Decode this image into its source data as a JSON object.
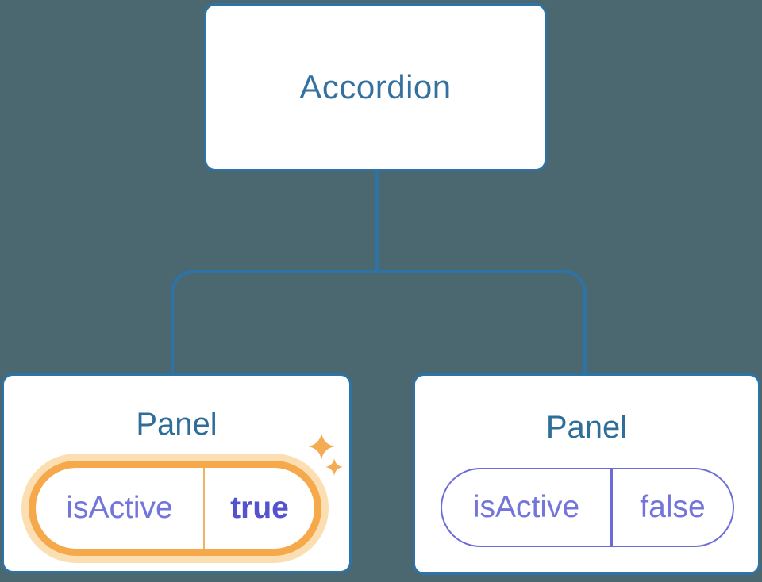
{
  "colors": {
    "background": "#4B6770",
    "node-fill": "#FFFFFF",
    "line-blue": "#2E73A6",
    "root-label-blue": "#35719F",
    "panel-title-blue": "#306E9A",
    "state-text-purple": "#7375DB",
    "state-value-bold-purple": "#5552CE",
    "inactive-pill-purple": "#6C6CD9",
    "active-pill-orange": "#F5A94B",
    "active-pill-glow": "#FBDFB2",
    "active-divider-orange": "#F0B25F",
    "sparkle-orange": "#F4AC52"
  },
  "diagram": {
    "root": {
      "label": "Accordion"
    },
    "panels": [
      {
        "title": "Panel",
        "state": {
          "name": "isActive",
          "value": "true",
          "highlighted": true
        }
      },
      {
        "title": "Panel",
        "state": {
          "name": "isActive",
          "value": "false",
          "highlighted": false
        }
      }
    ]
  },
  "icons": {
    "sparkles": "two four-point sparkle stars"
  }
}
